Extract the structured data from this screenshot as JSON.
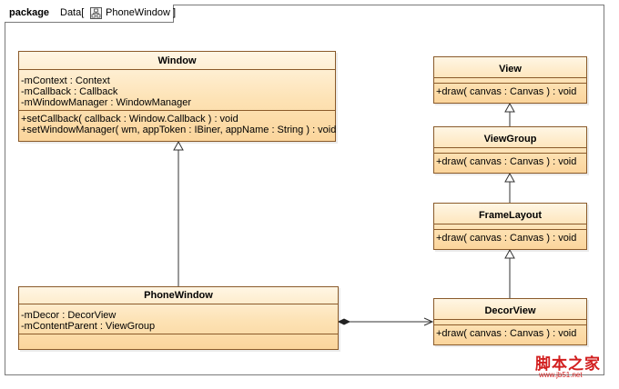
{
  "header": {
    "keyword": "package",
    "package_name": "Data",
    "open_bracket": "[",
    "diagram_name": "PhoneWindow",
    "close_bracket": "]",
    "diagram_icon": "class-diagram-icon"
  },
  "classes": {
    "window": {
      "name": "Window",
      "attributes": [
        "-mContext : Context",
        "-mCallback : Callback",
        "-mWindowManager : WindowManager"
      ],
      "operations": [
        "+setCallback( callback : Window.Callback ) : void",
        "+setWindowManager( wm, appToken : IBiner, appName : String ) : void"
      ]
    },
    "phonewindow": {
      "name": "PhoneWindow",
      "attributes": [
        "-mDecor : DecorView",
        "-mContentParent : ViewGroup"
      ]
    },
    "view": {
      "name": "View",
      "operations": [
        "+draw( canvas : Canvas ) : void"
      ]
    },
    "viewgroup": {
      "name": "ViewGroup",
      "operations": [
        "+draw( canvas : Canvas ) : void"
      ]
    },
    "framelayout": {
      "name": "FrameLayout",
      "operations": [
        "+draw( canvas : Canvas ) : void"
      ]
    },
    "decorview": {
      "name": "DecorView",
      "operations": [
        "+draw( canvas : Canvas ) : void"
      ]
    }
  },
  "relations": [
    {
      "type": "generalization",
      "from": "PhoneWindow",
      "to": "Window"
    },
    {
      "type": "generalization",
      "from": "ViewGroup",
      "to": "View"
    },
    {
      "type": "generalization",
      "from": "FrameLayout",
      "to": "ViewGroup"
    },
    {
      "type": "generalization",
      "from": "DecorView",
      "to": "FrameLayout"
    },
    {
      "type": "composition-navigable",
      "from": "PhoneWindow",
      "to": "DecorView"
    }
  ],
  "watermark": {
    "line1": "脚本之家",
    "line2": "www.jb51.net"
  },
  "colors": {
    "class_fill_top": "#fff6e4",
    "class_fill_bottom": "#fbd59c",
    "class_border": "#8a5a2a",
    "frame": "#7a7a7a",
    "watermark": "#d21e1e"
  }
}
